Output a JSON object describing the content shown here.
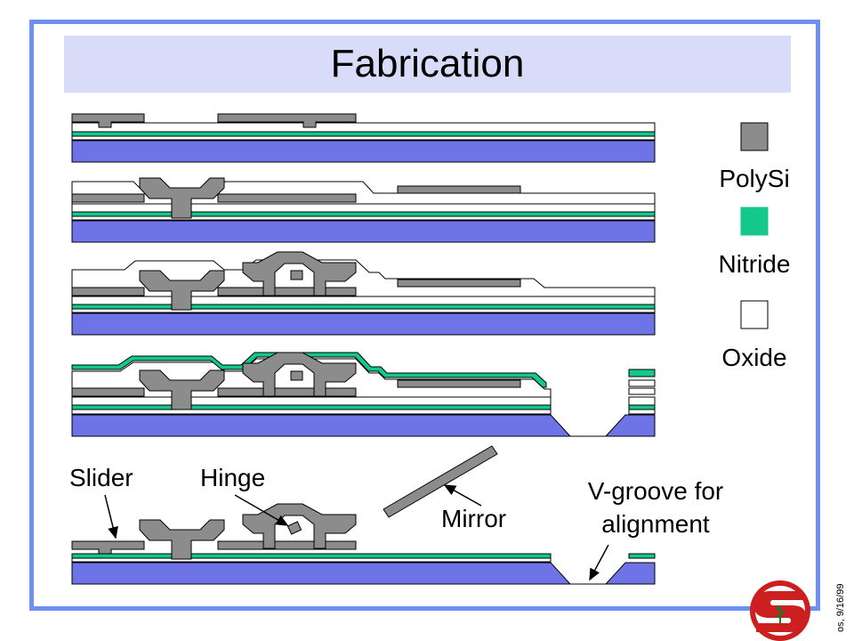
{
  "title": "Fabrication",
  "legend": [
    {
      "label": "PolySi",
      "color": "#8c8c8c",
      "icon": "polysi-swatch"
    },
    {
      "label": "Nitride",
      "color": "#14c88c",
      "icon": "nitride-swatch"
    },
    {
      "label": "Oxide",
      "color": "#ffffff",
      "icon": "oxide-swatch"
    }
  ],
  "labels": {
    "slider": "Slider",
    "hinge": "Hinge",
    "mirror": "Mirror",
    "vgroove_line1": "V-groove for",
    "vgroove_line2": "alignment"
  },
  "footer": "os, 9/16/99",
  "colors": {
    "frame": "#6f8ff2",
    "title_bg": "#d8dcf8",
    "substrate": "#6e74e6",
    "polysi": "#8c8c8c",
    "nitride": "#14c88c",
    "oxide": "#ffffff",
    "logo": "#cc1f1f"
  }
}
